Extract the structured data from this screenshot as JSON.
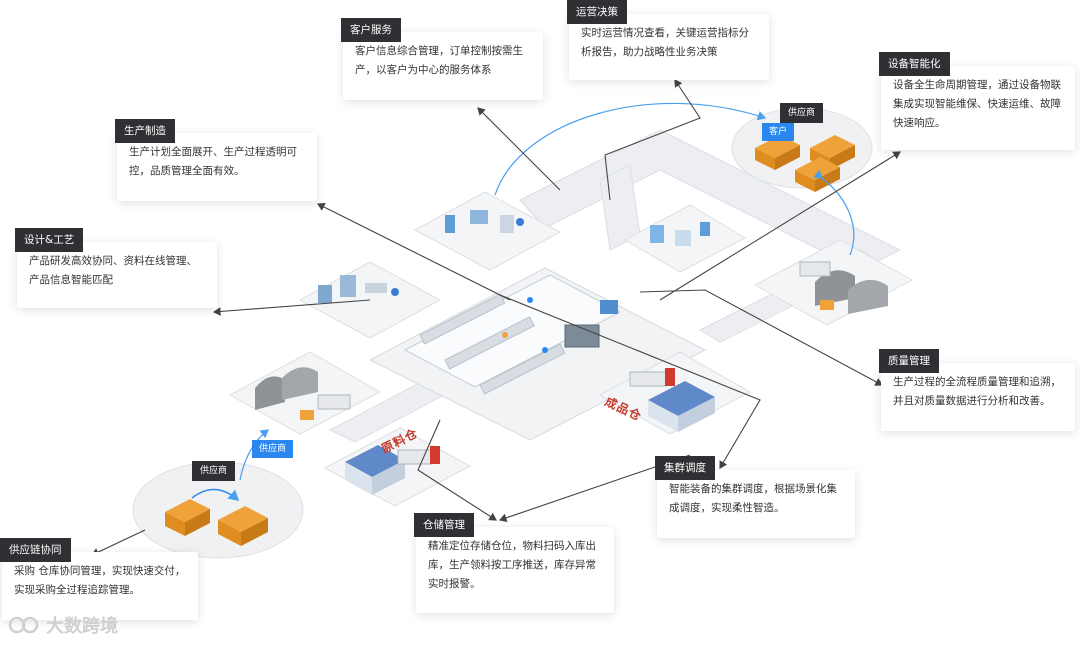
{
  "cards": {
    "customer_service": {
      "title": "客户服务",
      "body": "客户信息综合管理，订单控制按需生产，以客户为中心的服务体系"
    },
    "operations": {
      "title": "运营决策",
      "body": "实时运营情况查看，关键运营指标分析报告，助力战略性业务决策"
    },
    "equipment": {
      "title": "设备智能化",
      "body": "设备全生命周期管理，通过设备物联集成实现智能维保、快速运维、故障快速响应。"
    },
    "production": {
      "title": "生产制造",
      "body": "生产计划全面展开、生产过程透明可控，品质管理全面有效。"
    },
    "design": {
      "title": "设计&工艺",
      "body": "产品研发高效协同、资料在线管理、产品信息智能匹配"
    },
    "quality": {
      "title": "质量管理",
      "body": "生产过程的全流程质量管理和追溯，并且对质量数据进行分析和改善。"
    },
    "cluster": {
      "title": "集群调度",
      "body": "智能装备的集群调度，根据场景化集成调度，实现柔性智造。"
    },
    "warehouse": {
      "title": "仓储管理",
      "body": "精准定位存储仓位，物料扫码入库出库，生产领料按工序推送，库存异常实时报警。"
    },
    "supply_chain": {
      "title": "供应链协同",
      "body": "采购  仓库协同管理，实现快速交付，实现采购全过程追踪管理。"
    }
  },
  "scene": {
    "supplier_top": "供应商",
    "customer": "客户",
    "supplier_bottom": "供应商",
    "supplier_bottom_blue": "供应商",
    "raw_warehouse": "原料仓",
    "finished_warehouse": "成品仓"
  },
  "watermark": "大数跨境",
  "colors": {
    "tag_dark": "#2e3033",
    "accent_blue": "#2b87f0",
    "stamp_red": "#c63a2e",
    "orange_box": "#f0a23a"
  }
}
